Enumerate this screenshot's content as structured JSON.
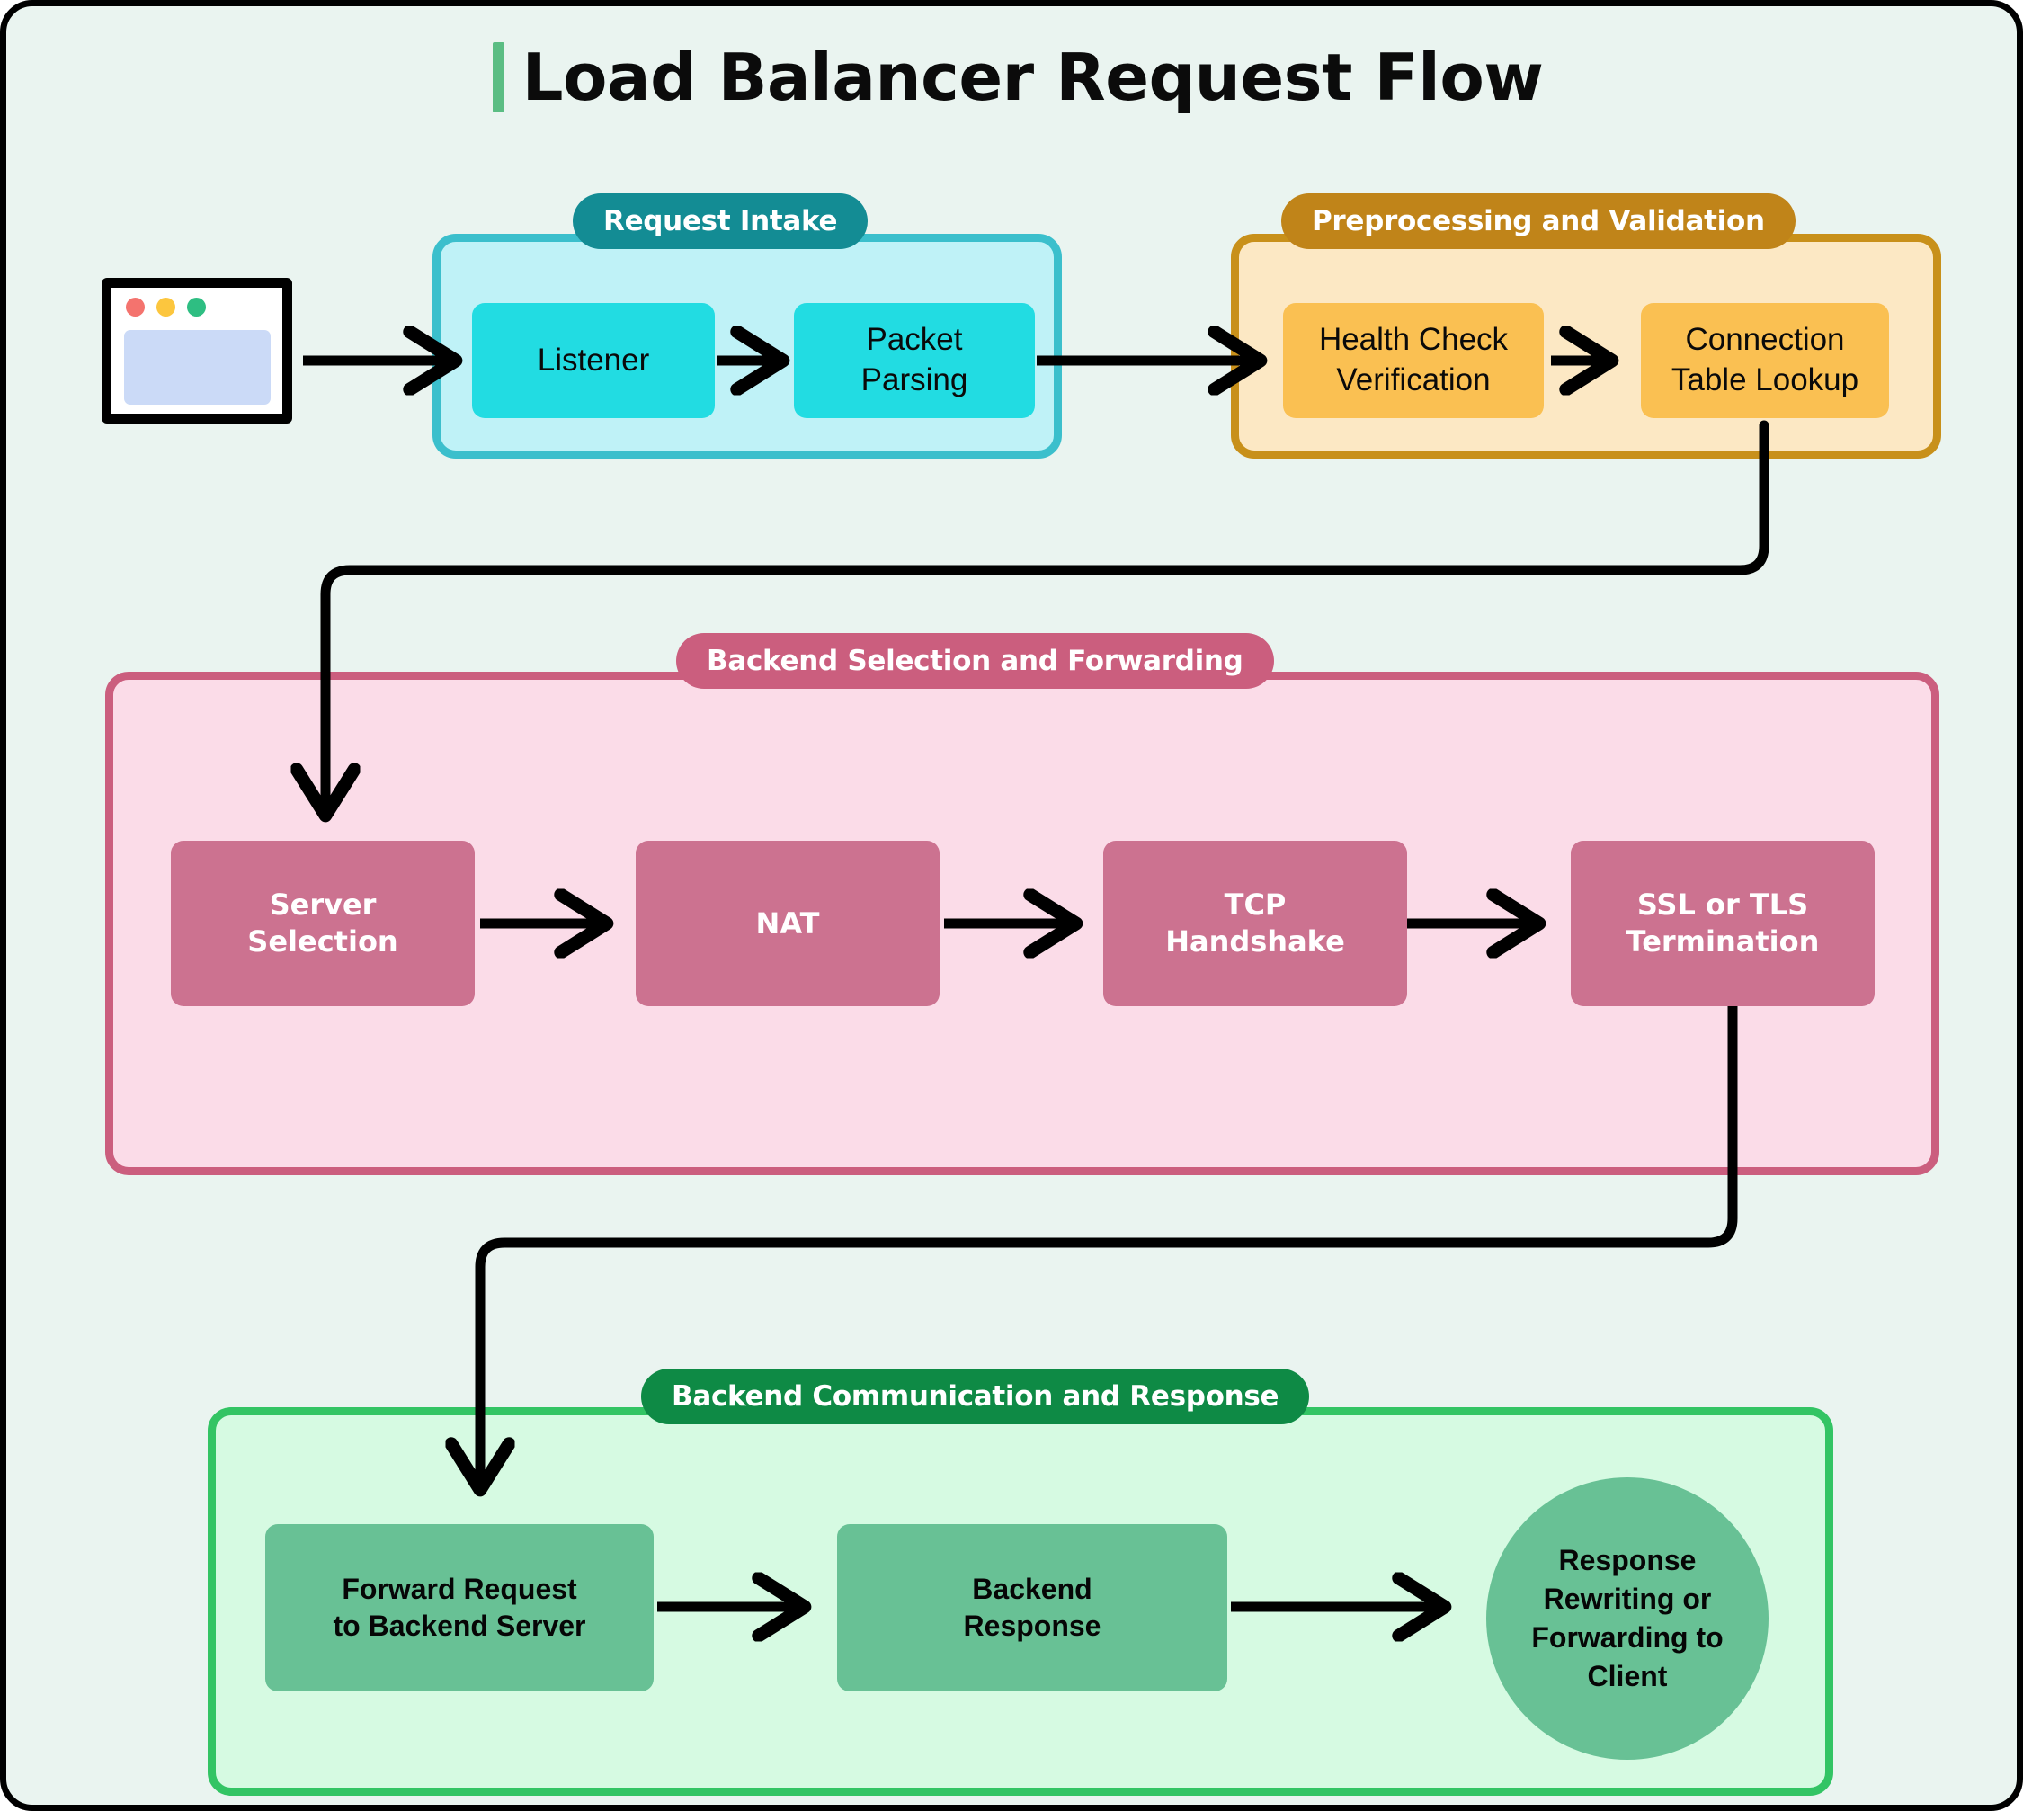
{
  "diagram": {
    "title": "Load Balancer Request Flow",
    "accent_color": "#5BBD83",
    "canvas_background": "#EAF4F0",
    "border_color": "#000000"
  },
  "client": {
    "icon": "browser-window-icon",
    "dots": [
      "red",
      "yellow",
      "green"
    ],
    "dot_colors": [
      "#F4736E",
      "#FCC63E",
      "#2EBE82"
    ],
    "screen_color": "#CBDAF7"
  },
  "groups": [
    {
      "id": "request-intake",
      "label": "Request Intake",
      "label_bg": "#138C94",
      "border_color": "#3BBFCC",
      "fill_color": "#BFF2F7",
      "node_color": "#22DCE2",
      "nodes": [
        {
          "id": "listener",
          "label": "Listener"
        },
        {
          "id": "packet-parsing",
          "label": "Packet\nParsing"
        }
      ]
    },
    {
      "id": "preprocessing-and-validation",
      "label": "Preprocessing and Validation",
      "label_bg": "#C08419",
      "border_color": "#C8901A",
      "fill_color": "#FCE8C4",
      "node_color": "#FAC052",
      "nodes": [
        {
          "id": "health-check-verification",
          "label": "Health Check\nVerification"
        },
        {
          "id": "connection-table-lookup",
          "label": "Connection\nTable Lookup"
        }
      ]
    },
    {
      "id": "backend-selection-and-forwarding",
      "label": "Backend Selection and Forwarding",
      "label_bg": "#CB5E7E",
      "border_color": "#CB5E7E",
      "fill_color": "#FBDCE8",
      "node_color": "#CC7290",
      "nodes": [
        {
          "id": "server-selection",
          "label": "Server\nSelection"
        },
        {
          "id": "nat",
          "label": "NAT"
        },
        {
          "id": "tcp-handshake",
          "label": "TCP\nHandshake"
        },
        {
          "id": "ssl-or-tls-termination",
          "label": "SSL or TLS\nTermination"
        }
      ]
    },
    {
      "id": "backend-communication-and-response",
      "label": "Backend Communication and Response",
      "label_bg": "#0E8A45",
      "border_color": "#33C464",
      "fill_color": "#D6FAE2",
      "node_color": "#68C195",
      "nodes": [
        {
          "id": "forward-request-to-backend-server",
          "label": "Forward Request\nto Backend Server"
        },
        {
          "id": "backend-response",
          "label": "Backend\nResponse"
        },
        {
          "id": "response-rewriting-or-forwarding-to-client",
          "label": "Response\nRewriting or\nForwarding to\nClient"
        }
      ]
    }
  ],
  "nodes": {
    "listener": "Listener",
    "packet_parsing_line1": "Packet",
    "packet_parsing_line2": "Parsing",
    "health_check_line1": "Health Check",
    "health_check_line2": "Verification",
    "connection_table_line1": "Connection",
    "connection_table_line2": "Table Lookup",
    "server_selection_line1": "Server",
    "server_selection_line2": "Selection",
    "nat": "NAT",
    "tcp_handshake_line1": "TCP",
    "tcp_handshake_line2": "Handshake",
    "ssl_tls_line1": "SSL or TLS",
    "ssl_tls_line2": "Termination",
    "forward_request_line1": "Forward Request",
    "forward_request_line2": "to Backend Server",
    "backend_response_line1": "Backend",
    "backend_response_line2": "Response",
    "response_rewriting_line1": "Response",
    "response_rewriting_line2": "Rewriting or",
    "response_rewriting_line3": "Forwarding to",
    "response_rewriting_line4": "Client"
  },
  "group_labels": {
    "request_intake": "Request Intake",
    "preprocessing": "Preprocessing and Validation",
    "backend_selection": "Backend Selection and Forwarding",
    "backend_communication": "Backend Communication and Response"
  },
  "edges": [
    {
      "from": "client",
      "to": "listener",
      "style": "straight-arrow"
    },
    {
      "from": "listener",
      "to": "packet-parsing",
      "style": "straight-arrow"
    },
    {
      "from": "packet-parsing",
      "to": "health-check-verification",
      "style": "straight-arrow"
    },
    {
      "from": "health-check-verification",
      "to": "connection-table-lookup",
      "style": "straight-arrow"
    },
    {
      "from": "connection-table-lookup",
      "to": "server-selection",
      "style": "orthogonal-arrow"
    },
    {
      "from": "server-selection",
      "to": "nat",
      "style": "straight-arrow"
    },
    {
      "from": "nat",
      "to": "tcp-handshake",
      "style": "straight-arrow"
    },
    {
      "from": "tcp-handshake",
      "to": "ssl-or-tls-termination",
      "style": "straight-arrow"
    },
    {
      "from": "ssl-or-tls-termination",
      "to": "forward-request-to-backend-server",
      "style": "orthogonal-arrow"
    },
    {
      "from": "forward-request-to-backend-server",
      "to": "backend-response",
      "style": "straight-arrow"
    },
    {
      "from": "backend-response",
      "to": "response-rewriting-or-forwarding-to-client",
      "style": "straight-arrow"
    }
  ]
}
